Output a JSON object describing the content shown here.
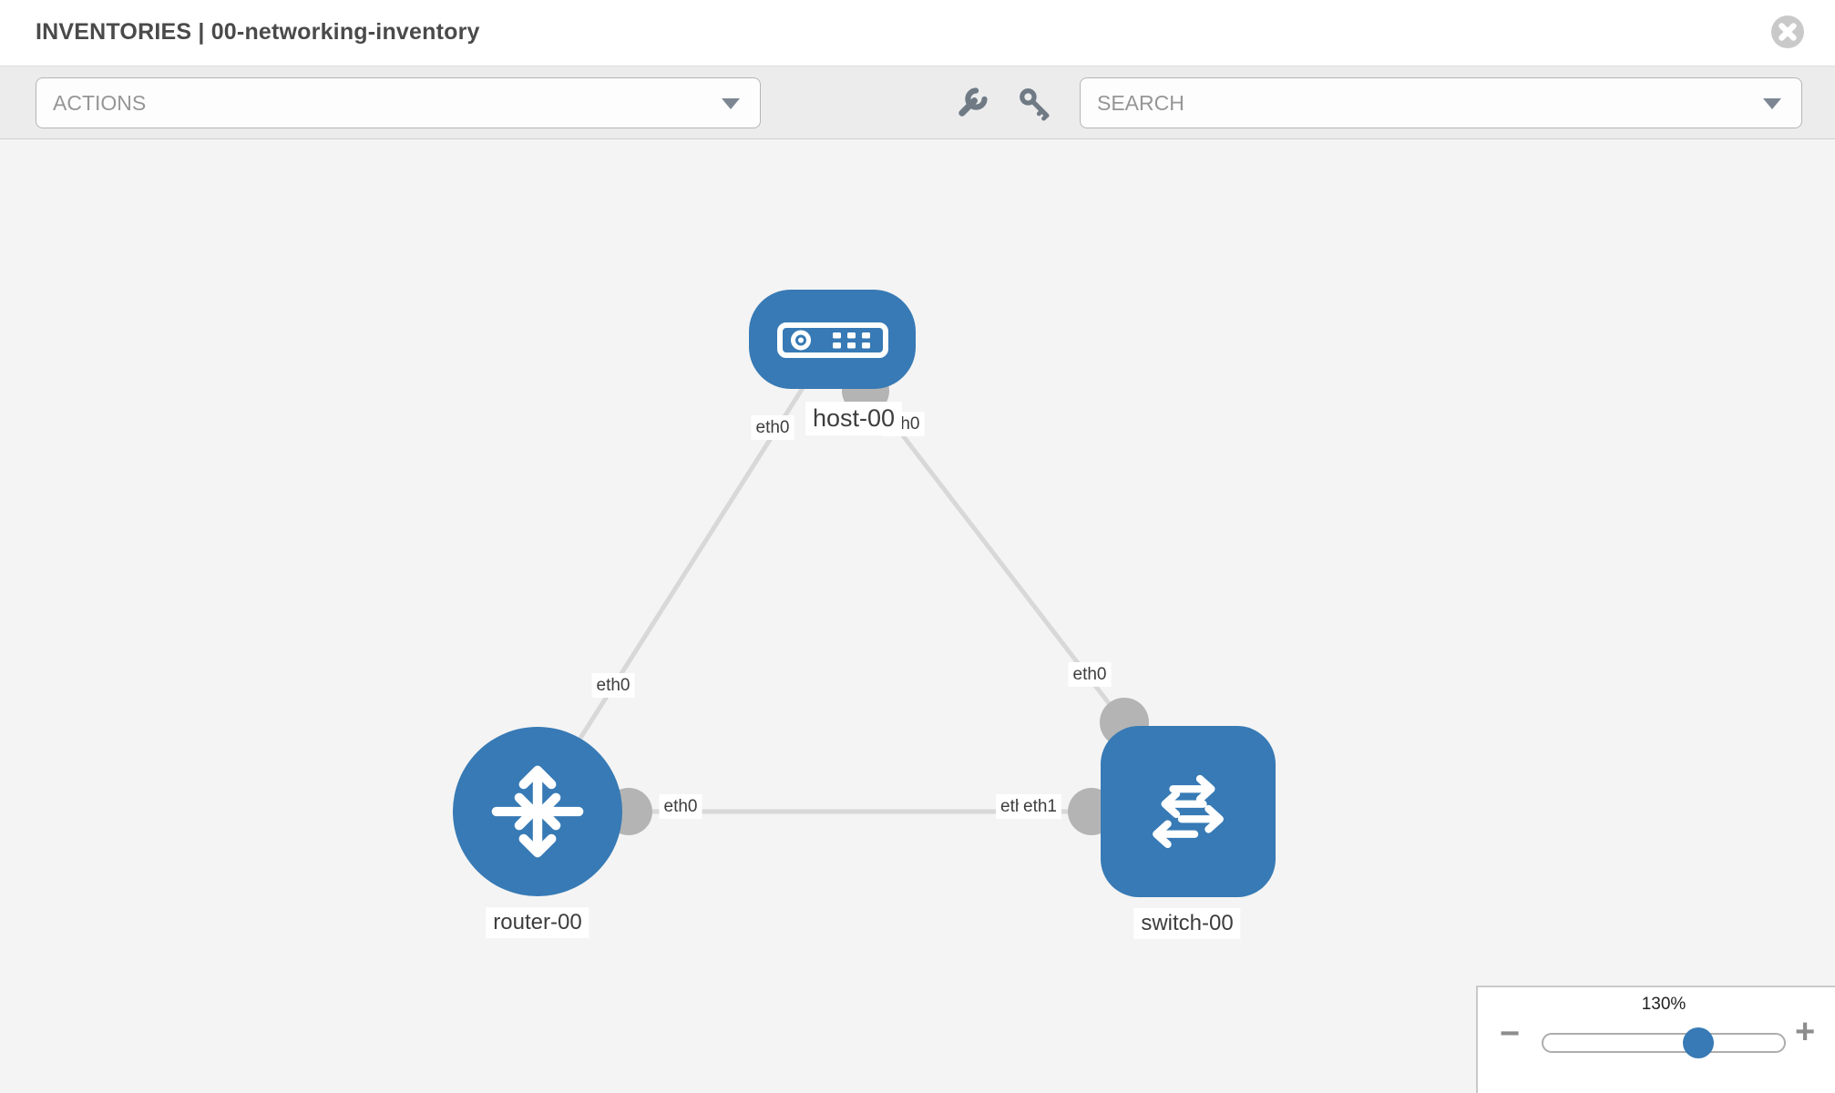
{
  "header": {
    "title": "INVENTORIES | 00-networking-inventory",
    "close_icon": "close-circle-icon"
  },
  "toolbar": {
    "actions_label": "ACTIONS",
    "search_placeholder": "SEARCH",
    "icons": [
      "wrench-icon",
      "key-icon",
      "caret-down-icon"
    ]
  },
  "topology": {
    "nodes": [
      {
        "id": "host-00",
        "type": "host",
        "label": "host-00"
      },
      {
        "id": "router-00",
        "type": "router",
        "label": "router-00"
      },
      {
        "id": "switch-00",
        "type": "switch",
        "label": "switch-00"
      }
    ],
    "links": [
      {
        "source": "host-00",
        "source_if": "eth0",
        "target": "router-00",
        "target_if": "eth0"
      },
      {
        "source": "host-00",
        "source_if": "eth0",
        "target": "switch-00",
        "target_if": "eth0"
      },
      {
        "source": "router-00",
        "source_if": "eth0",
        "target": "switch-00",
        "target_if": "eth1"
      }
    ],
    "partially_hidden_label": "eth0"
  },
  "zoom_control": {
    "level": "130%",
    "minus_label": "−",
    "plus_label": "+"
  },
  "colors": {
    "node_blue": "#377ab5",
    "link_gray": "#d8d8d8",
    "connector_gray": "#b4b4b4",
    "canvas_bg": "#f4f4f4",
    "toolbar_bg": "#ececec"
  }
}
